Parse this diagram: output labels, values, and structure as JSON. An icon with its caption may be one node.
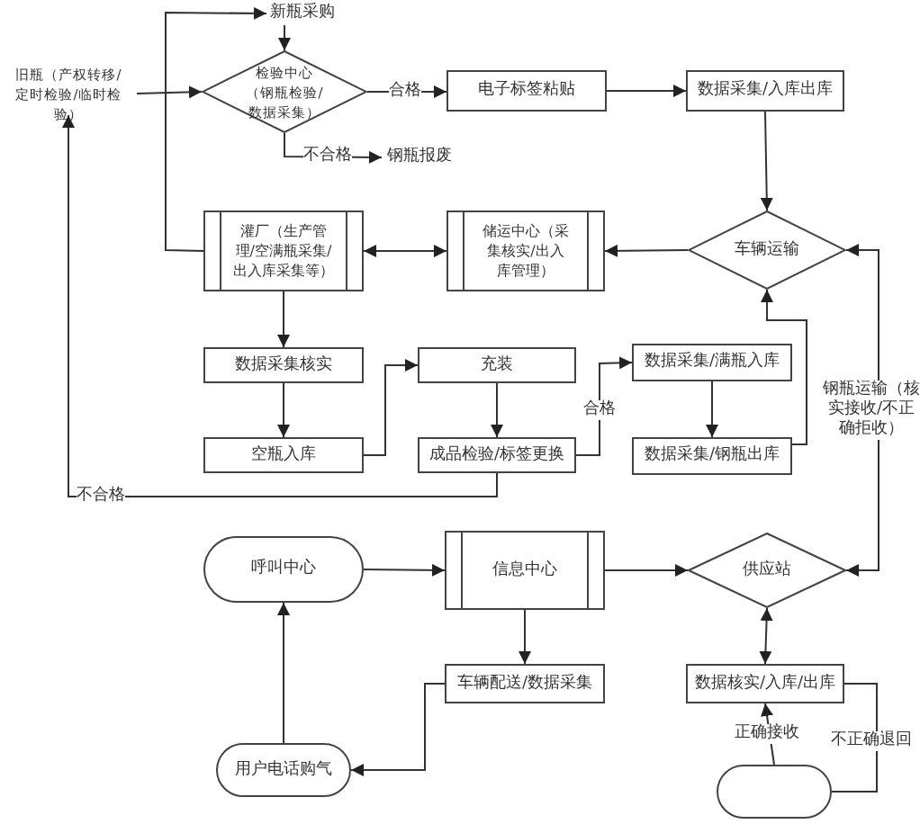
{
  "diagram": {
    "nodes": [
      {
        "text": [
          "新瓶采购"
        ]
      },
      {
        "text": [
          "旧瓶（产权转移/定时检验/临时检验）"
        ]
      },
      {
        "text": [
          "检验中心（钢瓶检验/数据采集）"
        ]
      },
      {
        "text": [
          "电子标签粘贴"
        ]
      },
      {
        "text": [
          "数据采集/入库出库"
        ]
      },
      {
        "text": [
          "钢瓶报废"
        ]
      },
      {
        "text": [
          "灌厂（生产管理/空满瓶采集/出入库采集等）"
        ]
      },
      {
        "text": [
          "储运中心（采集核实/出入库管理）"
        ]
      },
      {
        "text": [
          "车辆运输"
        ]
      },
      {
        "text": [
          "数据采集核实"
        ]
      },
      {
        "text": [
          "充装"
        ]
      },
      {
        "text": [
          "空瓶入库"
        ]
      },
      {
        "text": [
          "成品检验/标签更换"
        ]
      },
      {
        "text": [
          "数据采集/满瓶入库"
        ]
      },
      {
        "text": [
          "数据采集/钢瓶出库"
        ]
      },
      {
        "text": [
          "呼叫中心"
        ]
      },
      {
        "text": [
          "信息中心"
        ]
      },
      {
        "text": [
          "供应站"
        ]
      },
      {
        "text": [
          "车辆配送/数据采集"
        ]
      },
      {
        "text": [
          "数据核实/入库/出库"
        ]
      },
      {
        "text": [
          "用户电话购气"
        ]
      },
      {
        "text": [],
        "shape": "box"
      }
    ],
    "edges": [
      {
        "from": 6,
        "to": 0,
        "arrow": "to"
      },
      {
        "from": 1,
        "to": 2,
        "arrow": "to"
      },
      {
        "from": 0,
        "to": 2,
        "arrow": "to"
      },
      {
        "from": 2,
        "to": 3,
        "arrow": "to",
        "label": "合格"
      },
      {
        "from": 3,
        "to": 4,
        "arrow": "to"
      },
      {
        "from": 4,
        "to": 8,
        "arrow": "to"
      },
      {
        "from": 2,
        "to": 5,
        "arrow": "to",
        "label": "不合格"
      },
      {
        "from": 6,
        "to": 7,
        "arrow": "both"
      },
      {
        "from": 8,
        "to": 7,
        "arrow": "to"
      },
      {
        "from": 17,
        "to": 8,
        "arrow": "both",
        "label": "钢瓶运输（核实接收/不正确拒收）"
      },
      {
        "from": 6,
        "to": 9,
        "arrow": "to"
      },
      {
        "from": 9,
        "to": 11,
        "arrow": "to"
      },
      {
        "from": 11,
        "to": 10,
        "arrow": "to"
      },
      {
        "from": 10,
        "to": 12,
        "arrow": "to"
      },
      {
        "from": 12,
        "to": 13,
        "arrow": "to",
        "label": "合格"
      },
      {
        "from": 12,
        "to": 1,
        "arrow": "to",
        "label": "不合格"
      },
      {
        "from": 13,
        "to": 14,
        "arrow": "to"
      },
      {
        "from": 14,
        "to": 8,
        "arrow": "to"
      },
      {
        "from": 15,
        "to": 16,
        "arrow": "to"
      },
      {
        "from": 16,
        "to": 17,
        "arrow": "to"
      },
      {
        "from": 16,
        "to": 18,
        "arrow": "to"
      },
      {
        "from": 18,
        "to": 20,
        "arrow": "to"
      },
      {
        "from": 20,
        "to": 15,
        "arrow": "to"
      },
      {
        "from": 17,
        "to": 19,
        "arrow": "both"
      },
      {
        "from": 21,
        "to": 19,
        "arrow": "to",
        "label": "正确接收"
      },
      {
        "from": 19,
        "to": 21,
        "arrow": "none",
        "label": "不正确退回"
      }
    ]
  }
}
